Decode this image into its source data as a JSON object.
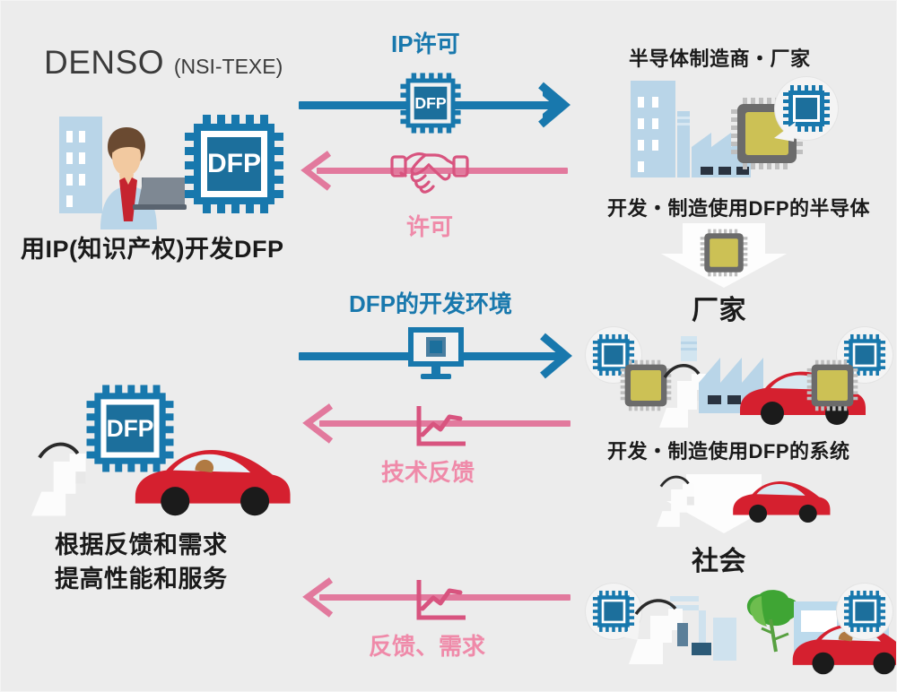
{
  "page": {
    "background_color": "#ececec",
    "blue": "#1878ad",
    "pink": "#e2799d",
    "pink_text": "#ef8aa9",
    "chip_gold": "#ccc155",
    "car_red": "#d5202f",
    "building_blue": "#b9d5e8"
  },
  "brand": {
    "name": "DENSO",
    "subtitle": "(NSI-TEXE)"
  },
  "left_column": {
    "top_caption": "用IP(知识产权)开发DFP",
    "chip_label": "DFP",
    "bottom_chip_label": "DFP",
    "bottom_caption_line1": "根据反馈和需求",
    "bottom_caption_line2": "提高性能和服务"
  },
  "right_column": {
    "title_top": "半导体制造商・厂家",
    "caption_semiconductor": "开发・制造使用DFP的半导体",
    "label_maker": "厂家",
    "caption_system": "开发・制造使用DFP的系统",
    "label_society": "社会"
  },
  "flows": [
    {
      "id": "ip-license",
      "label": "IP许可",
      "direction": "right",
      "color": "blue",
      "icon": "chip-dfp-icon",
      "icon_text": "DFP"
    },
    {
      "id": "license",
      "label": "许可",
      "direction": "left",
      "color": "pink",
      "icon": "handshake-icon",
      "icon_text": ""
    },
    {
      "id": "dev-environment",
      "label": "DFP的开发环境",
      "direction": "right",
      "color": "blue",
      "icon": "monitor-chip-icon",
      "icon_text": ""
    },
    {
      "id": "tech-feedback",
      "label": "技术反馈",
      "direction": "left",
      "color": "pink",
      "icon": "line-chart-icon",
      "icon_text": ""
    },
    {
      "id": "feedback-demand",
      "label": "反馈、需求",
      "direction": "left",
      "color": "pink",
      "icon": "line-chart-icon",
      "icon_text": ""
    }
  ]
}
